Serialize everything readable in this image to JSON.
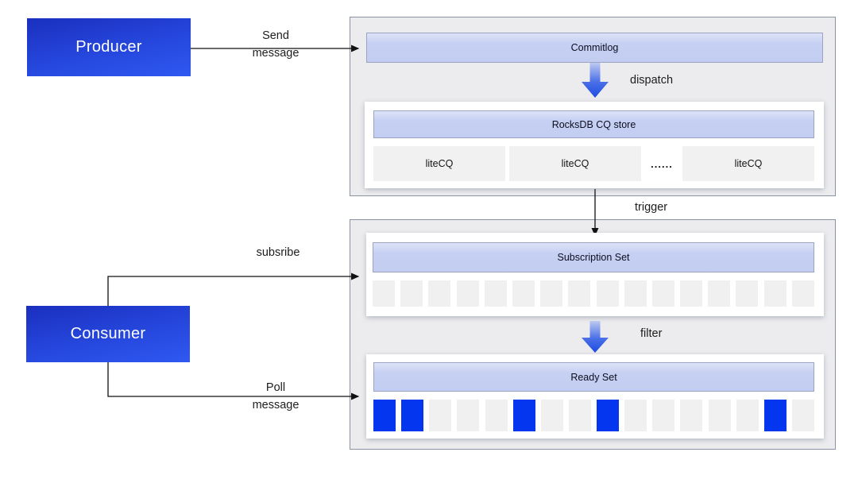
{
  "diagram": {
    "producer": {
      "label": "Producer"
    },
    "consumer": {
      "label": "Consumer"
    },
    "edges": {
      "send": {
        "line1": "Send",
        "line2": "message"
      },
      "subscribe": {
        "label": "subsribe"
      },
      "poll": {
        "line1": "Poll",
        "line2": "message"
      },
      "dispatch": {
        "label": "dispatch"
      },
      "trigger": {
        "label": "trigger"
      },
      "filter": {
        "label": "filter"
      }
    },
    "broker_store": {
      "commitlog": {
        "label": "Commitlog"
      },
      "rocksdb": {
        "label": "RocksDB CQ store"
      },
      "litecq_items": [
        {
          "type": "box",
          "label": "liteCQ"
        },
        {
          "type": "box",
          "label": "liteCQ"
        },
        {
          "type": "dots",
          "label": "......"
        },
        {
          "type": "box",
          "label": "liteCQ"
        }
      ]
    },
    "consume_flow": {
      "subscription_set": {
        "label": "Subscription Set",
        "cells": [
          "empty",
          "empty",
          "empty",
          "empty",
          "empty",
          "empty",
          "empty",
          "empty",
          "empty",
          "empty",
          "empty",
          "empty",
          "empty",
          "empty",
          "empty",
          "empty"
        ]
      },
      "ready_set": {
        "label": "Ready Set",
        "cells": [
          "filled",
          "filled",
          "empty",
          "empty",
          "empty",
          "filled",
          "empty",
          "empty",
          "filled",
          "empty",
          "empty",
          "empty",
          "empty",
          "empty",
          "filled",
          "empty"
        ]
      }
    },
    "colors": {
      "actor_blue_top": "#1a2fbe",
      "actor_blue_bottom": "#2e59f2",
      "filled_cell_blue": "#0435ef",
      "periwinkle_bar": "#c4cef2",
      "container_gray": "#ececee",
      "empty_cell_gray": "#f0f0f1"
    }
  }
}
